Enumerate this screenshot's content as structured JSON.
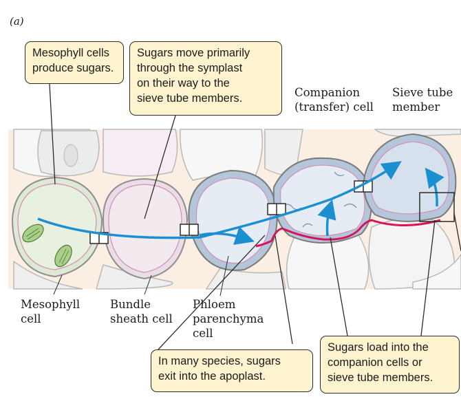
{
  "panel_label": "(a)",
  "callouts": {
    "mesophyll_produce": "Mesophyll cells\nproduce sugars.",
    "symplast_move": "Sugars move primarily\nthrough the symplast\non their way to the\nsieve tube members.",
    "apoplast_exit": "In many species, sugars\nexit into the apoplast.",
    "sugars_load": "Sugars load into the\ncompanion cells or\nsieve tube members."
  },
  "labels": {
    "companion": "Companion\n(transfer) cell",
    "sieve_tube": "Sieve tube\nmember",
    "mesophyll": "Mesophyll\ncell",
    "bundle_sheath": "Bundle\nsheath cell",
    "phloem_parenchyma": "Phloem\nparenchyma\ncell"
  },
  "colors": {
    "symplast_arrow": "#1b8fd0",
    "apoplast_path": "#d6145a",
    "callout_fill": "#fdf3cf",
    "background_tissue": "#fbeee2"
  }
}
